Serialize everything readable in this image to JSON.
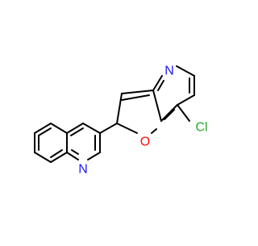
{
  "molecule": {
    "atoms": {
      "pyridine_n": "N",
      "furan_o": "O",
      "chlorine": "Cl",
      "quinoline_n": "N"
    },
    "colors": {
      "bond": "#000000",
      "nitrogen": "#1a1aff",
      "oxygen": "#ff0d0d",
      "chlorine": "#22aa22",
      "background": "#ffffff"
    }
  }
}
